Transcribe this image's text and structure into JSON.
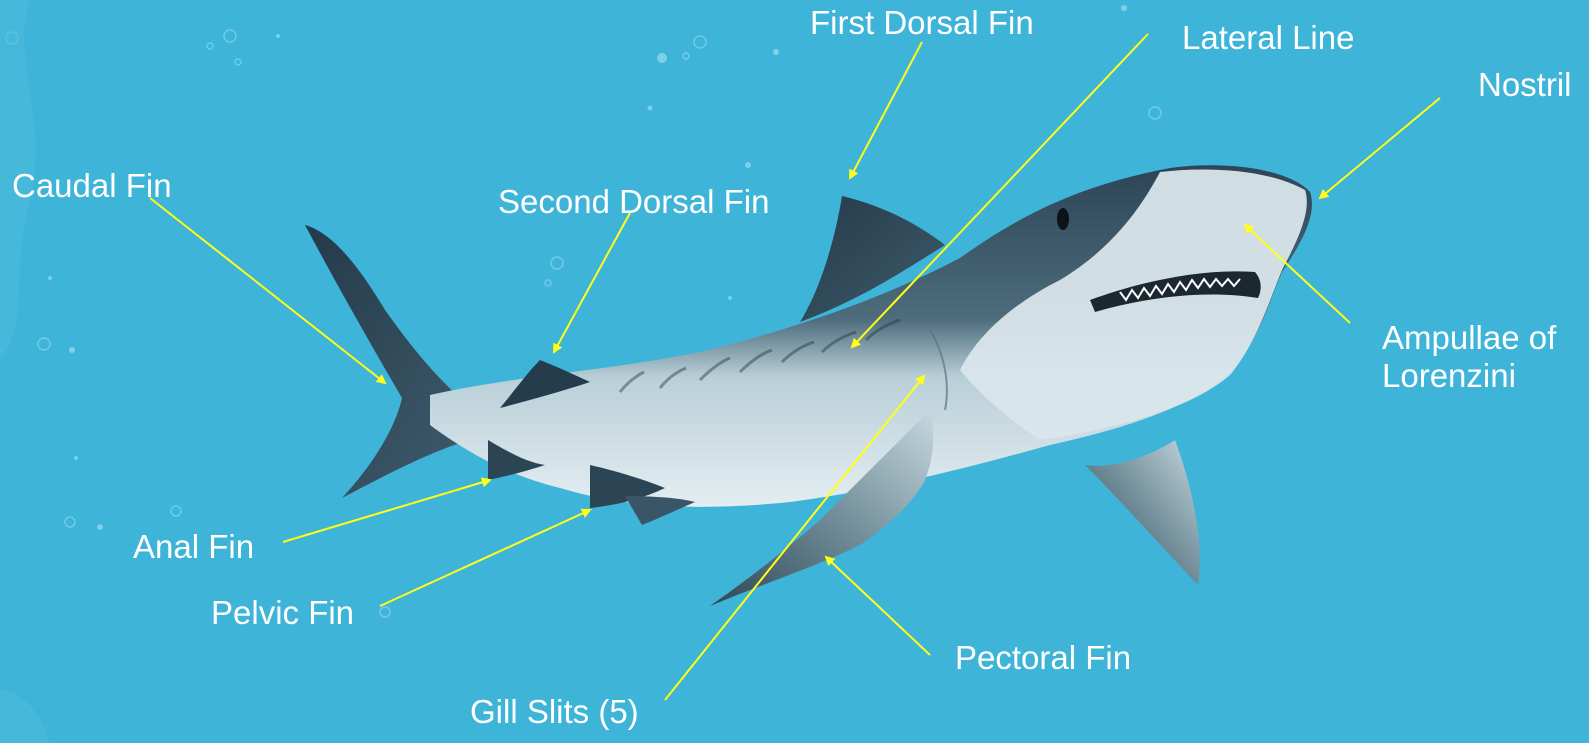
{
  "labels": {
    "first_dorsal_fin": "First Dorsal Fin",
    "lateral_line": "Lateral Line",
    "nostril": "Nostril",
    "caudal_fin": "Caudal Fin",
    "second_dorsal_fin": "Second Dorsal Fin",
    "ampullae_line1": "Ampullae of",
    "ampullae_line2": "Lorenzini",
    "anal_fin": "Anal Fin",
    "pelvic_fin": "Pelvic Fin",
    "pectoral_fin": "Pectoral Fin",
    "gill_slits": "Gill Slits (5)"
  },
  "colors": {
    "background": "#3db4d8",
    "leader_line": "#ffff1a",
    "label_text": "#ffffff",
    "shark_back": "#2f4a5c",
    "shark_belly": "#dde9ee"
  }
}
